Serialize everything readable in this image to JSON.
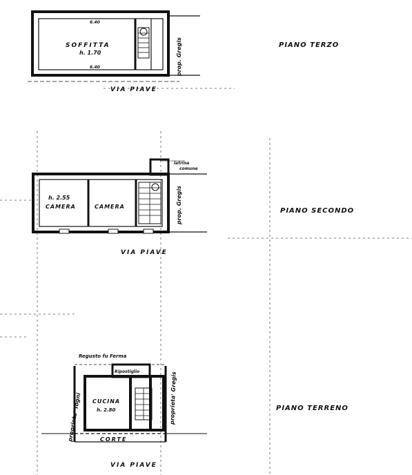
{
  "floors": {
    "terzo": {
      "title": "PIANO TERZO",
      "room": "SOFFITTA",
      "height": "h. 1.70",
      "dim_top": "6.40",
      "dim_bottom": "6.40",
      "street": "VIA PIAVE",
      "neighbor": "prop. Gregis"
    },
    "secondo": {
      "title": "PIANO SECONDO",
      "room_left": "CAMERA",
      "room_left_height": "h. 2.55",
      "room_right": "CAMERA",
      "street": "VIA PIAVE",
      "neighbor": "prop. Gregis",
      "latrina_line1": "latrina",
      "latrina_line2": "comune"
    },
    "terreno": {
      "title": "PIANO TERRENO",
      "room": "CUCINA",
      "height": "h. 2.80",
      "ripostiglio": "Ripostiglio",
      "top_note": "Regusto fu Ferma",
      "court": "CORTE",
      "street": "VIA PIAVE",
      "neighbor_left": "proprieta' Togni",
      "neighbor_right": "proprieta' Gregis"
    }
  }
}
